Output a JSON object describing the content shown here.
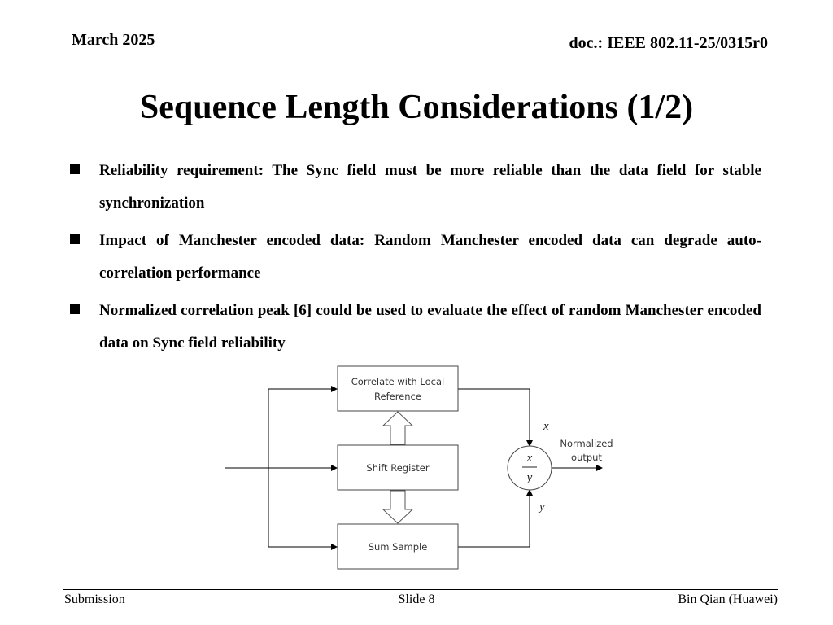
{
  "header": {
    "date": "March 2025",
    "doc_id": "doc.: IEEE 802.11-25/0315r0"
  },
  "title": "Sequence Length Considerations (1/2)",
  "bullets": [
    "Reliability requirement: The Sync field must be more reliable than the data field for stable synchronization",
    "Impact of Manchester encoded data: Random Manchester encoded data can degrade auto-correlation performance",
    "Normalized correlation peak [6] could be used to evaluate the effect of random Manchester encoded data on Sync field reliability"
  ],
  "diagram": {
    "correlate_line1": "Correlate with Local",
    "correlate_line2": "Reference",
    "shift_register": "Shift Register",
    "sum_sample": "Sum Sample",
    "x_label": "x",
    "y_label": "y",
    "ratio_num": "x",
    "ratio_den": "y",
    "output_line1": "Normalized",
    "output_line2": "output"
  },
  "footer": {
    "left": "Submission",
    "center": "Slide 8",
    "right": "Bin Qian (Huawei)"
  }
}
